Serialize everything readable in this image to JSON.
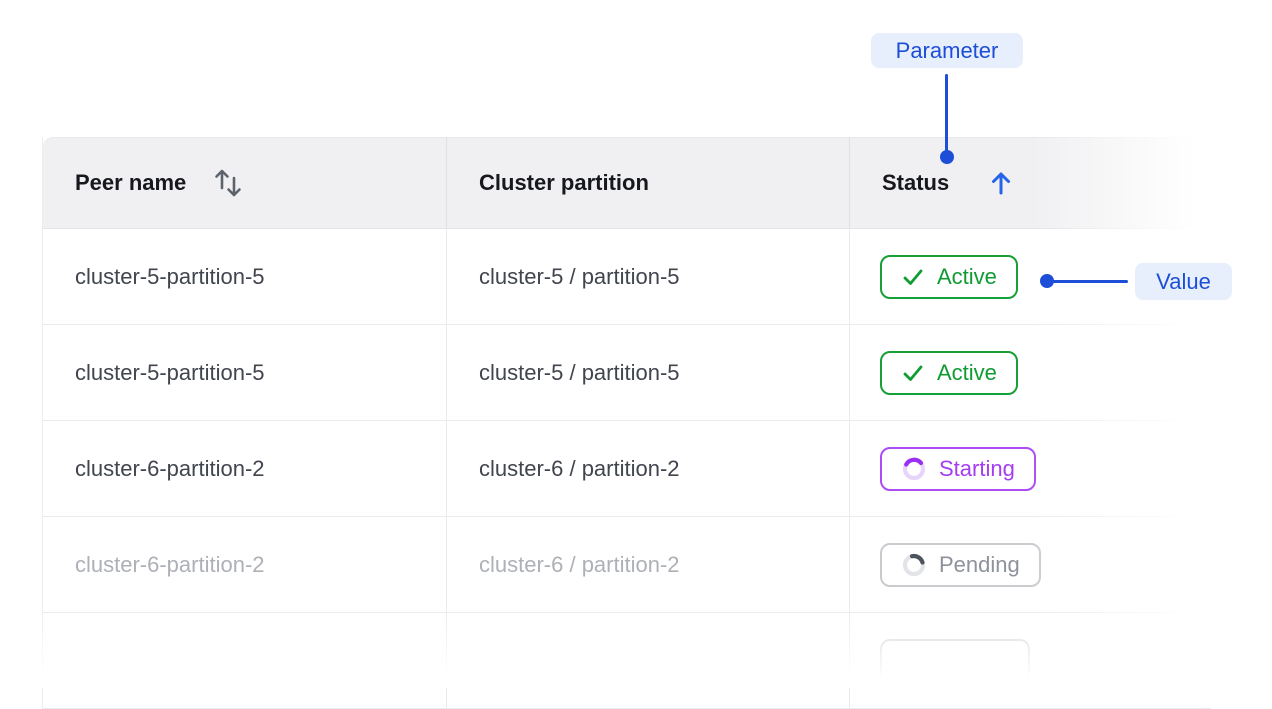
{
  "annotations": {
    "parameter_label": "Parameter",
    "value_label": "Value",
    "accent_color": "#1d4ed8"
  },
  "table": {
    "header": {
      "peer_name": "Peer name",
      "cluster_partition": "Cluster partition",
      "status": "Status",
      "status_sort_direction": "ascending"
    },
    "rows": [
      {
        "peer": "cluster-5-partition-5",
        "partition": "cluster-5 / partition-5",
        "status": "Active",
        "variant": "active",
        "muted": false
      },
      {
        "peer": "cluster-5-partition-5",
        "partition": "cluster-5 / partition-5",
        "status": "Active",
        "variant": "active",
        "muted": false
      },
      {
        "peer": "cluster-6-partition-2",
        "partition": "cluster-6 / partition-2",
        "status": "Starting",
        "variant": "starting",
        "muted": false
      },
      {
        "peer": "cluster-6-partition-2",
        "partition": "cluster-6 / partition-2",
        "status": "Pending",
        "variant": "pending",
        "muted": true
      },
      {
        "peer": "",
        "partition": "",
        "status": "",
        "variant": "ghost",
        "muted": true
      }
    ],
    "status_colors": {
      "active": "#109b33",
      "starting": "#a43cf3",
      "pending_text": "#8d929b",
      "pending_border": "#c9cbcf"
    }
  }
}
